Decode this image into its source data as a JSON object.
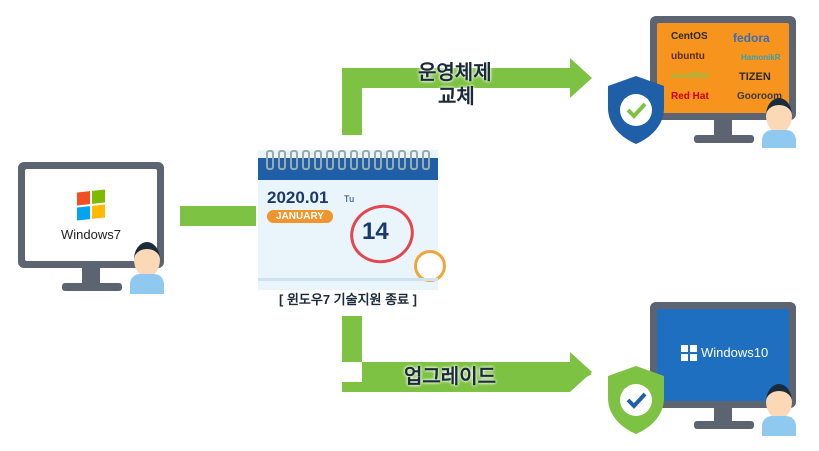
{
  "left_monitor": {
    "os_label": "Windows7"
  },
  "calendar": {
    "year_month": "2020.01",
    "month_badge": "JANUARY",
    "weekday": "Tu",
    "day": "14",
    "caption": "[ 윈도우7 기술지원 종료 ]"
  },
  "upper_path": {
    "label_line1": "운영체제",
    "label_line2": "교체"
  },
  "lower_path": {
    "label": "업그레이드"
  },
  "top_right_monitor": {
    "os_logos": [
      "CentOS",
      "fedora",
      "ubuntu",
      "HamonikR",
      "LinuxMint",
      "TIZEN",
      "Red Hat",
      "Gooroom"
    ]
  },
  "bottom_right_monitor": {
    "os_label": "Windows10"
  },
  "colors": {
    "arrow": "#7dc242",
    "calendar_header": "#1f5fa8",
    "orange_screen": "#f7941d",
    "blue_screen": "#1f6fc1",
    "shield_blue": "#1f5fa8",
    "shield_green": "#7dc242"
  }
}
